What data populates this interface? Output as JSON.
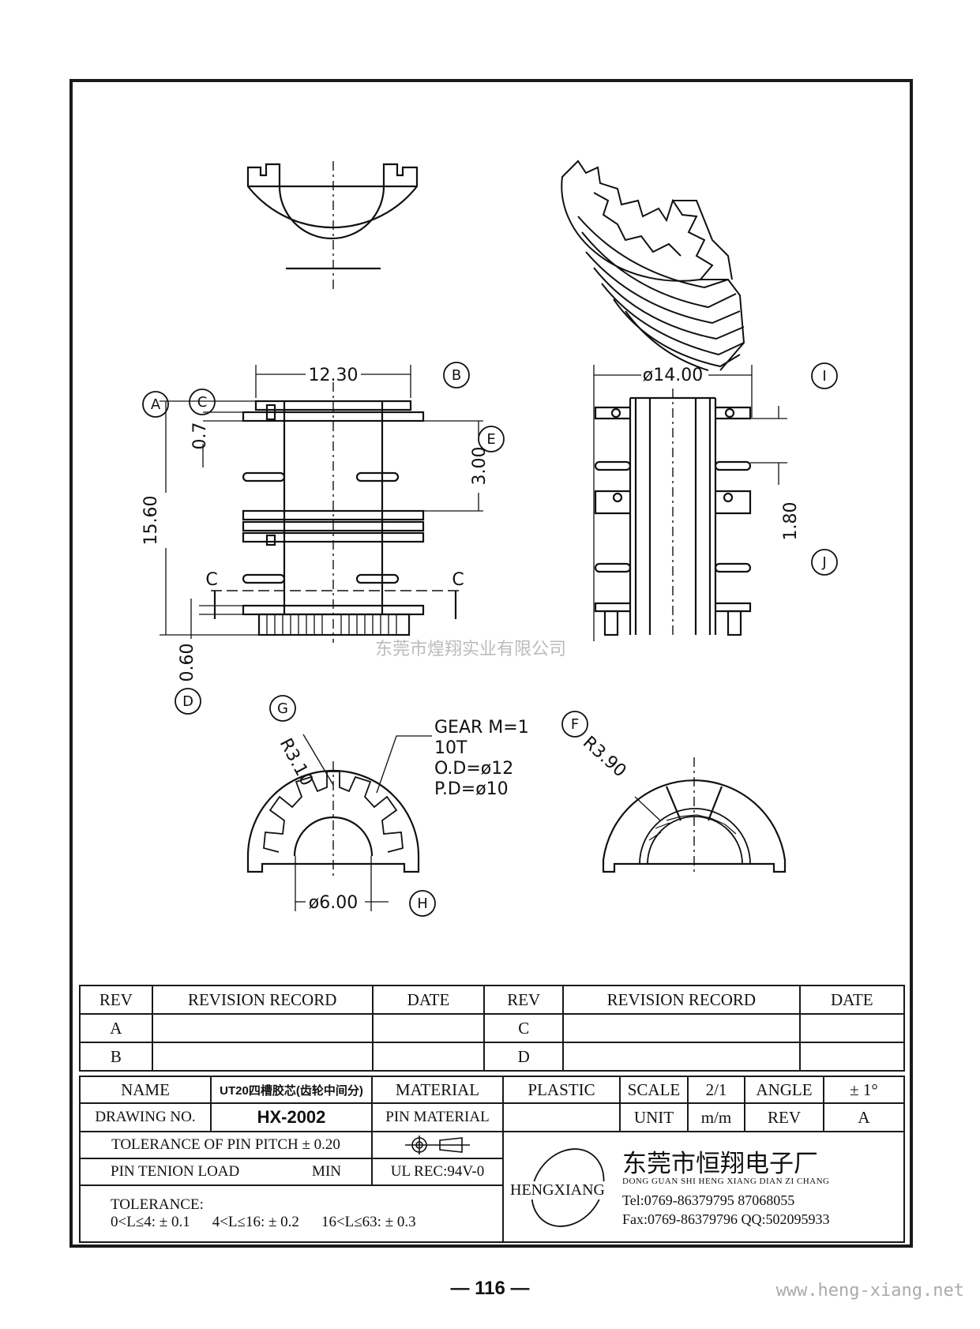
{
  "labels": {
    "dim_top": "12.30",
    "dim_right_top": "ø14.00",
    "dim_height": "15.60",
    "dim_07": "0.7",
    "dim_300": "3.00",
    "dim_180": "1.80",
    "dim_060": "0.60",
    "dim_600": "ø6.00",
    "dim_r310": "R3.10",
    "dim_r390": "R3.90",
    "section_c": "C",
    "circle_a": "A",
    "circle_b": "B",
    "circle_c": "C",
    "circle_d": "D",
    "circle_e": "E",
    "circle_f": "F",
    "circle_g": "G",
    "circle_h": "H",
    "circle_i": "I",
    "circle_j": "J",
    "gear_line1": "GEAR M=1",
    "gear_line2": "10T",
    "gear_line3": "O.D=ø12",
    "gear_line4": "P.D=ø10"
  },
  "watermark": "东莞市煌翔实业有限公司",
  "revision": {
    "headers": [
      "REV",
      "REVISION RECORD",
      "DATE",
      "REV",
      "REVISION RECORD",
      "DATE"
    ],
    "rows": [
      [
        "A",
        "",
        "",
        "C",
        "",
        ""
      ],
      [
        "B",
        "",
        "",
        "D",
        "",
        ""
      ]
    ]
  },
  "title_block": {
    "name_label": "NAME",
    "name_value": "UT20四槽胶芯(齿轮中间分)",
    "material_label": "MATERIAL",
    "material_value": "PLASTIC",
    "scale_label": "SCALE",
    "scale_value": "2/1",
    "angle_label": "ANGLE",
    "angle_value": "± 1°",
    "drawing_no_label": "DRAWING NO.",
    "drawing_no_value": "HX-2002",
    "pin_material_label": "PIN MATERIAL",
    "pin_material_value": "",
    "unit_label": "UNIT",
    "unit_value": "m/m",
    "rev_label": "REV",
    "rev_value": "A",
    "tol_pin_pitch": "TOLERANCE OF PIN PITCH ± 0.20",
    "pin_tenion": "PIN TENION LOAD",
    "pin_tenion_min": "MIN",
    "ul_rec": "UL REC:94V-0",
    "tolerance_label": "TOLERANCE:",
    "tol1": "0<L≤4: ± 0.1",
    "tol2": "4<L≤16: ± 0.2",
    "tol3": "16<L≤63: ± 0.3"
  },
  "company": {
    "logo_text": "HENGXIANG",
    "name_cn": "东莞市恒翔电子厂",
    "name_py": "DONG GUAN SHI HENG XIANG DIAN ZI CHANG",
    "tel": "Tel:0769-86379795 87068055",
    "fax": "Fax:0769-86379796 QQ:502095933"
  },
  "footer": {
    "page": "— 116 —",
    "url": "www.heng-xiang.net"
  }
}
